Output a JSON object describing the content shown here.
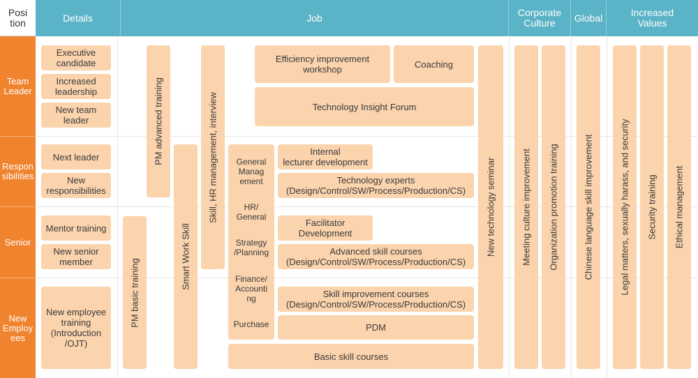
{
  "header": {
    "position": [
      "Posi",
      "tion"
    ],
    "details": "Details",
    "job": "Job",
    "corporate_culture": [
      "Corporate",
      "Culture"
    ],
    "global": "Global",
    "increased_values": [
      "Increased",
      "Values"
    ]
  },
  "positions": {
    "team_leader": [
      "Team",
      "Leader"
    ],
    "responsibilities": [
      "Respon",
      "sibilities"
    ],
    "senior": [
      "Senior"
    ],
    "new_employees": [
      "New",
      "Employ",
      "ees"
    ]
  },
  "details": {
    "executive_candidate": [
      "Executive",
      "candidate"
    ],
    "increased_leadership": [
      "Increased",
      "leadership"
    ],
    "new_team_leader": [
      "New team",
      "leader"
    ],
    "next_leader": [
      "Next leader"
    ],
    "new_responsibilities": [
      "New",
      "responsibilities"
    ],
    "mentor_training": [
      "Mentor training"
    ],
    "new_senior_member": [
      "New senior",
      "member"
    ],
    "new_employee_training": [
      "New employee",
      "training",
      "(Introduction",
      "/OJT)"
    ]
  },
  "job": {
    "pm_advanced_training": "PM advanced training",
    "pm_basic_training": "PM basic training",
    "smart_work_skill": "Smart Work Skill",
    "skill_hr_management": "Skill, HR management, interview",
    "efficiency_workshop": [
      "Efficiency improvement",
      "workshop"
    ],
    "coaching": [
      "Coaching"
    ],
    "technology_insight_forum": [
      "Technology Insight Forum"
    ],
    "new_technology_seminar": "New technology seminar",
    "functions": {
      "general_management": [
        "General",
        "Manag",
        "ement"
      ],
      "hr_general": [
        "HR/",
        "General"
      ],
      "strategy_planning": [
        "Strategy",
        "/Planning"
      ],
      "finance_accounting": [
        "Finance/",
        "Accounti",
        "ng"
      ],
      "purchase": [
        "Purchase"
      ]
    },
    "internal_lecturer": [
      "Internal",
      "lecturer development"
    ],
    "technology_experts": [
      "Technology experts",
      "(Design/Control/SW/Process/Production/CS)"
    ],
    "facilitator_development": [
      "Facilitator",
      "Development"
    ],
    "advanced_skill_courses": [
      "Advanced skill courses",
      "(Design/Control/SW/Process/Production/CS)"
    ],
    "skill_improvement_courses": [
      "Skill improvement courses",
      "(Design/Control/SW/Process/Production/CS)"
    ],
    "pdm": [
      "PDM"
    ],
    "basic_skill_courses": [
      "Basic skill courses"
    ]
  },
  "corporate_culture": {
    "meeting_culture": "Meeting culture improvement",
    "organization_promotion": "Organization promotion training"
  },
  "global": {
    "chinese_language": "Chinese language skill improvement"
  },
  "increased_values": {
    "legal_matters": "Legal matters, sexually harass, and security",
    "security_training": "Security training",
    "ethical_management": "Ethical management"
  },
  "colors": {
    "header_teal": "#5ab3c6",
    "position_orange": "#f0832e",
    "box_peach": "#fbd3ad"
  }
}
